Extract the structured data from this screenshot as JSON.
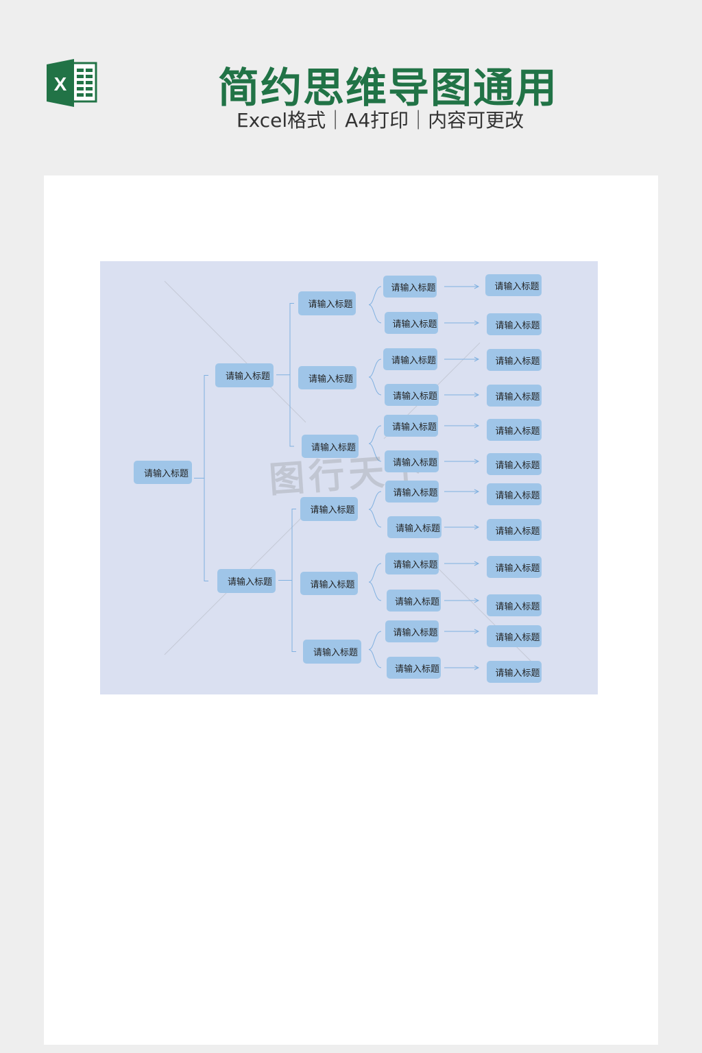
{
  "header": {
    "title": "简约思维导图通用",
    "subtitle": "Excel格式｜A4打印｜内容可更改",
    "logo_letter": "X"
  },
  "watermark": "图行天下",
  "colors": {
    "brand": "#217346",
    "node": "#9fc5e8",
    "map_bg": "#dae0f1",
    "line": "#7fb0e0"
  },
  "mindmap": {
    "root": "请输入标题",
    "level1": [
      "请输入标题",
      "请输入标题"
    ],
    "level2": [
      "请输入标题",
      "请输入标题",
      "请输入标题",
      "请输入标题",
      "请输入标题",
      "请输入标题"
    ],
    "level3": [
      "请输入标题",
      "请输入标题",
      "请输入标题",
      "请输入标题",
      "请输入标题",
      "请输入标题",
      "请输入标题",
      "请输入标题",
      "请输入标题",
      "请输入标题",
      "请输入标题",
      "请输入标题"
    ],
    "level4": [
      "请输入标题",
      "请输入标题",
      "请输入标题",
      "请输入标题",
      "请输入标题",
      "请输入标题",
      "请输入标题",
      "请输入标题",
      "请输入标题",
      "请输入标题",
      "请输入标题",
      "请输入标题"
    ]
  }
}
